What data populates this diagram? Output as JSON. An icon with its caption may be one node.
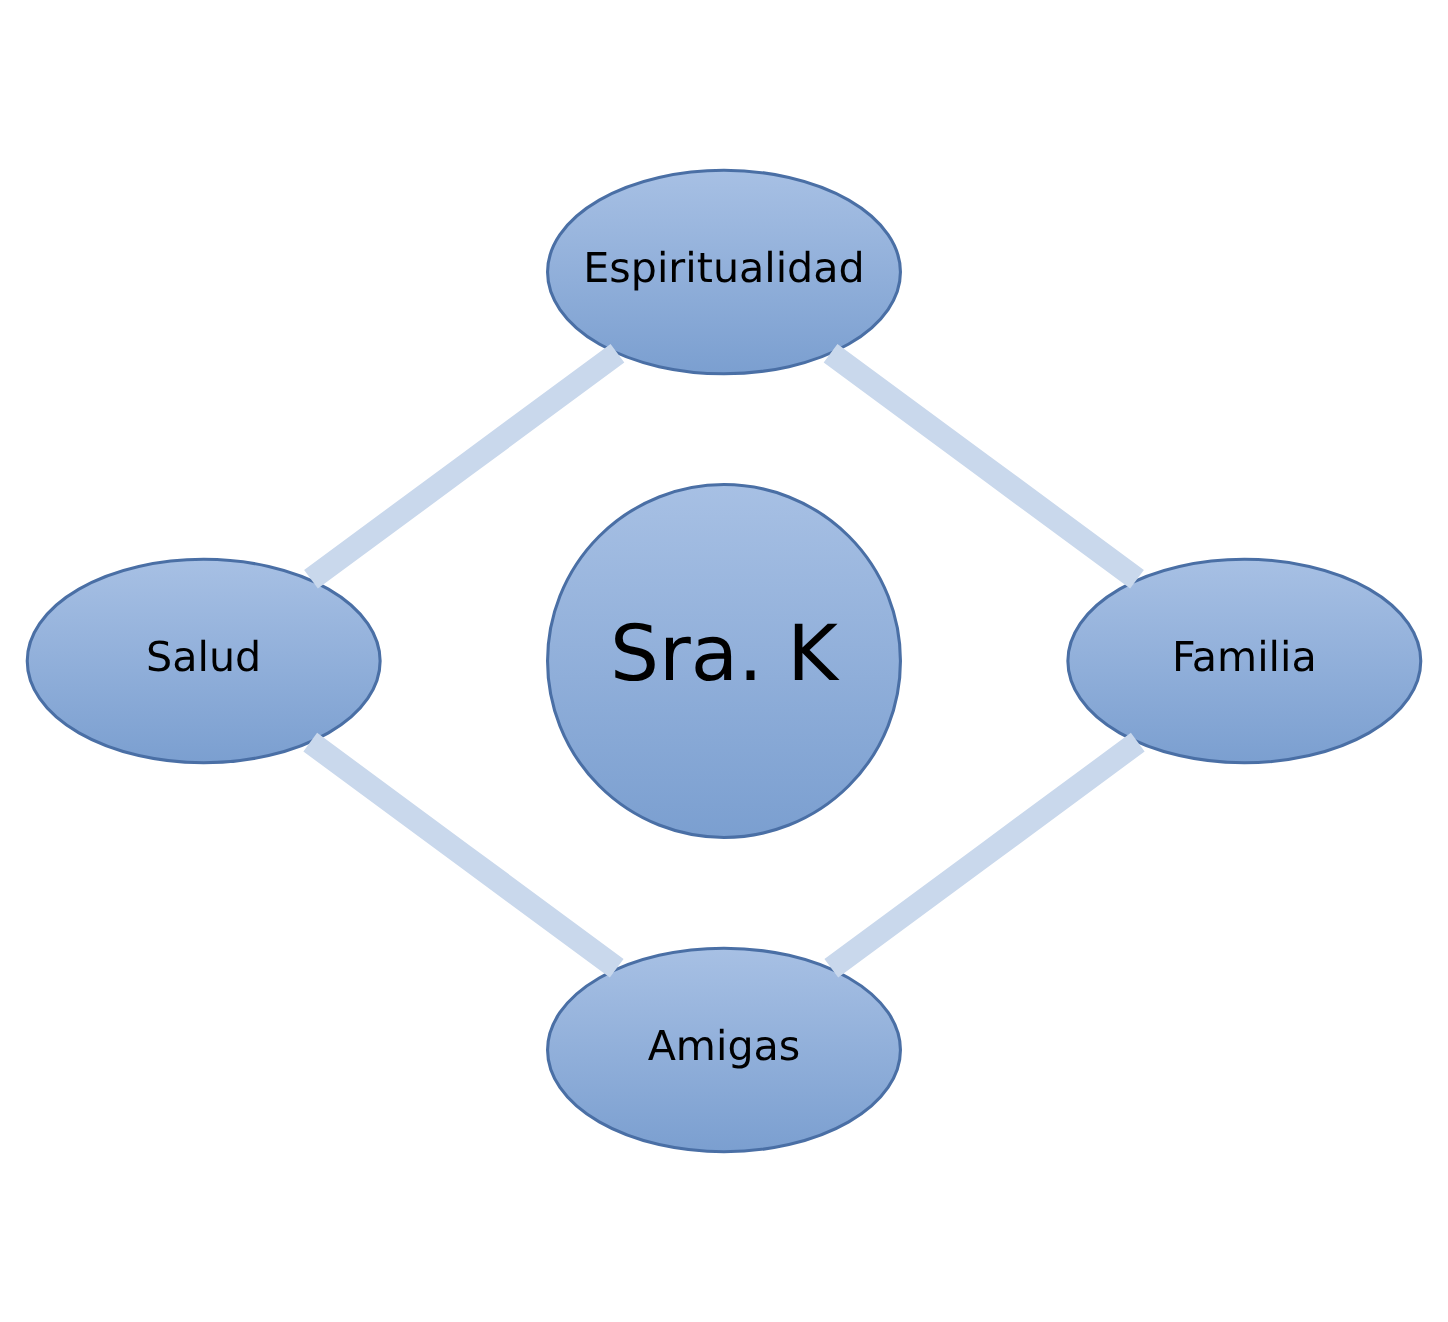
{
  "diagram": {
    "nodes": [
      {
        "text": [
          "Espiritualidad"
        ]
      },
      {
        "text": [
          "Salud"
        ]
      },
      {
        "text": [
          "Sra. K"
        ]
      },
      {
        "text": [
          "Familia"
        ]
      },
      {
        "text": [
          "Amigas"
        ]
      }
    ],
    "edges": [
      {
        "from": 0,
        "to": 3,
        "arrow": "none"
      },
      {
        "from": 3,
        "to": 4,
        "arrow": "none"
      },
      {
        "from": 4,
        "to": 1,
        "arrow": "none"
      },
      {
        "from": 1,
        "to": 0,
        "arrow": "none"
      }
    ]
  }
}
